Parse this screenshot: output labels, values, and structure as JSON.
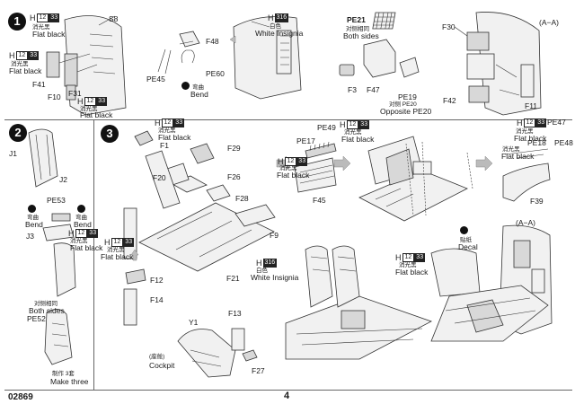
{
  "page": {
    "code": "02869",
    "number": "4"
  },
  "steps": [
    {
      "number": "1"
    },
    {
      "number": "2"
    },
    {
      "number": "3"
    }
  ],
  "paint": {
    "h": "H",
    "c12": "12",
    "c33": "33",
    "c316": "316"
  },
  "text": {
    "cn_flat": "消光黑",
    "flat_black": "Flat black",
    "cn_white": "白色",
    "white_insignia": "White Insignia",
    "cn_both": "对侧相同",
    "both_sides": "Both sides",
    "cn_bend": "弯曲",
    "bend": "Bend",
    "opposite": "Opposite PE20",
    "cn_opposite": "对侧 PE20",
    "cn_decal": "贴纸",
    "decal": "Decal",
    "cn_make3": "制作 3套",
    "make_three": "Make three",
    "cn_cockpit": "(座舱)",
    "cockpit": "Cockpit",
    "section_aa": "(A−A)"
  },
  "parts": {
    "s8": "S8",
    "f48": "F48",
    "pe60": "PE60",
    "pe45": "PE45",
    "f41": "F41",
    "f10": "F10",
    "f31": "F31",
    "pe21": "PE21",
    "f3": "F3",
    "f47": "F47",
    "pe19": "PE19",
    "pe20": "PE20",
    "f30": "F30",
    "f42": "F42",
    "f11": "F11",
    "j1": "J1",
    "j2": "J2",
    "j3": "J3",
    "pe53": "PE53",
    "pe52": "PE52",
    "f1": "F1",
    "f20": "F20",
    "f29": "F29",
    "f26": "F26",
    "f28": "F28",
    "f9": "F9",
    "f21": "F21",
    "f12": "F12",
    "f14": "F14",
    "pe49": "PE49",
    "pe17": "PE17",
    "f45": "F45",
    "pe47": "PE47",
    "pe18": "PE18",
    "pe48": "PE48",
    "f39": "F39",
    "y1": "Y1",
    "f13": "F13",
    "f27": "F27"
  },
  "colors": {
    "black": "#111111",
    "rule": "#666666"
  }
}
